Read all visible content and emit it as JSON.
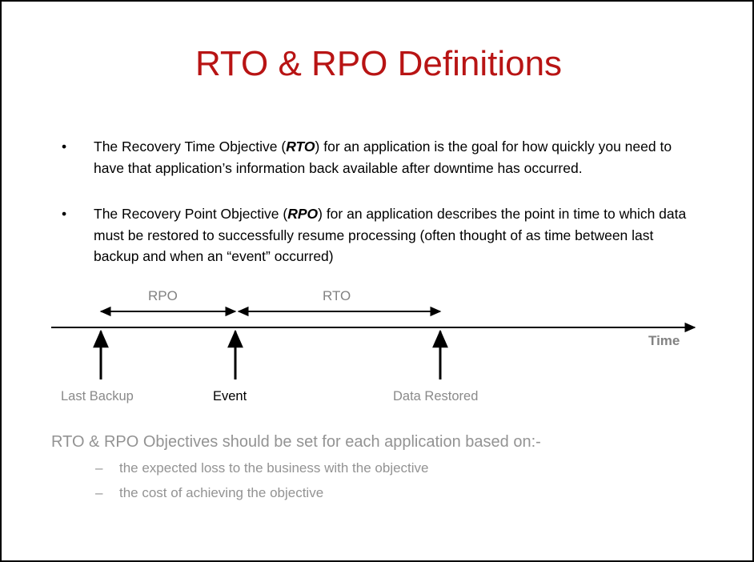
{
  "slide": {
    "title": "RTO & RPO Definitions",
    "title_color": "#b81414",
    "background_color": "#ffffff",
    "border_color": "#000000"
  },
  "bullets": [
    {
      "marker": "•",
      "text_before": "The Recovery Time Objective (",
      "emphasis": "RTO",
      "text_after": ") for an application is the goal for how quickly you need to have that application’s information back available after downtime has occurred."
    },
    {
      "marker": "•",
      "text_before": "The Recovery Point Objective (",
      "emphasis": "RPO",
      "text_after": ") for an application describes the point in time to which data must be restored to successfully resume processing (often thought of as time between last backup and when an “event” occurred)"
    }
  ],
  "diagram": {
    "axis_label": "Time",
    "span_labels": [
      {
        "name": "rpo",
        "label": "RPO"
      },
      {
        "name": "rto",
        "label": "RTO"
      }
    ],
    "ticks": [
      {
        "name": "last-backup",
        "label": "Last Backup",
        "color": "#8a8a8a"
      },
      {
        "name": "event",
        "label": "Event",
        "color": "#000000"
      },
      {
        "name": "data-restored",
        "label": "Data Restored",
        "color": "#8a8a8a"
      }
    ],
    "muted_color": "#828282",
    "line_color": "#000000"
  },
  "closing": {
    "heading": "RTO & RPO Objectives should be set for each application based on:-",
    "sub_bullets": [
      {
        "marker": "–",
        "text": "the expected loss to the business with the objective"
      },
      {
        "marker": "–",
        "text": "the cost of achieving the objective"
      }
    ],
    "color": "#939393"
  }
}
